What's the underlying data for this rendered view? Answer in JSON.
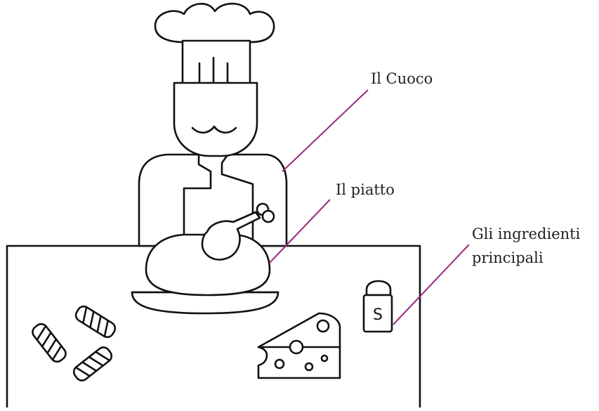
{
  "labels": {
    "cook": "Il Cuoco",
    "dish": "Il piatto",
    "ingredients_line1": "Gli ingredienti",
    "ingredients_line2": "principali"
  },
  "salt_letter": "S",
  "colors": {
    "leader": "#9b2a7e",
    "ink": "#111111",
    "background": "#ffffff"
  },
  "icons": [
    "chef-hat-icon",
    "chef-face-icon",
    "chef-jacket-icon",
    "roast-chicken-icon",
    "plate-icon",
    "salt-shaker-icon",
    "cheese-icon",
    "fusilli-pasta-icon"
  ]
}
